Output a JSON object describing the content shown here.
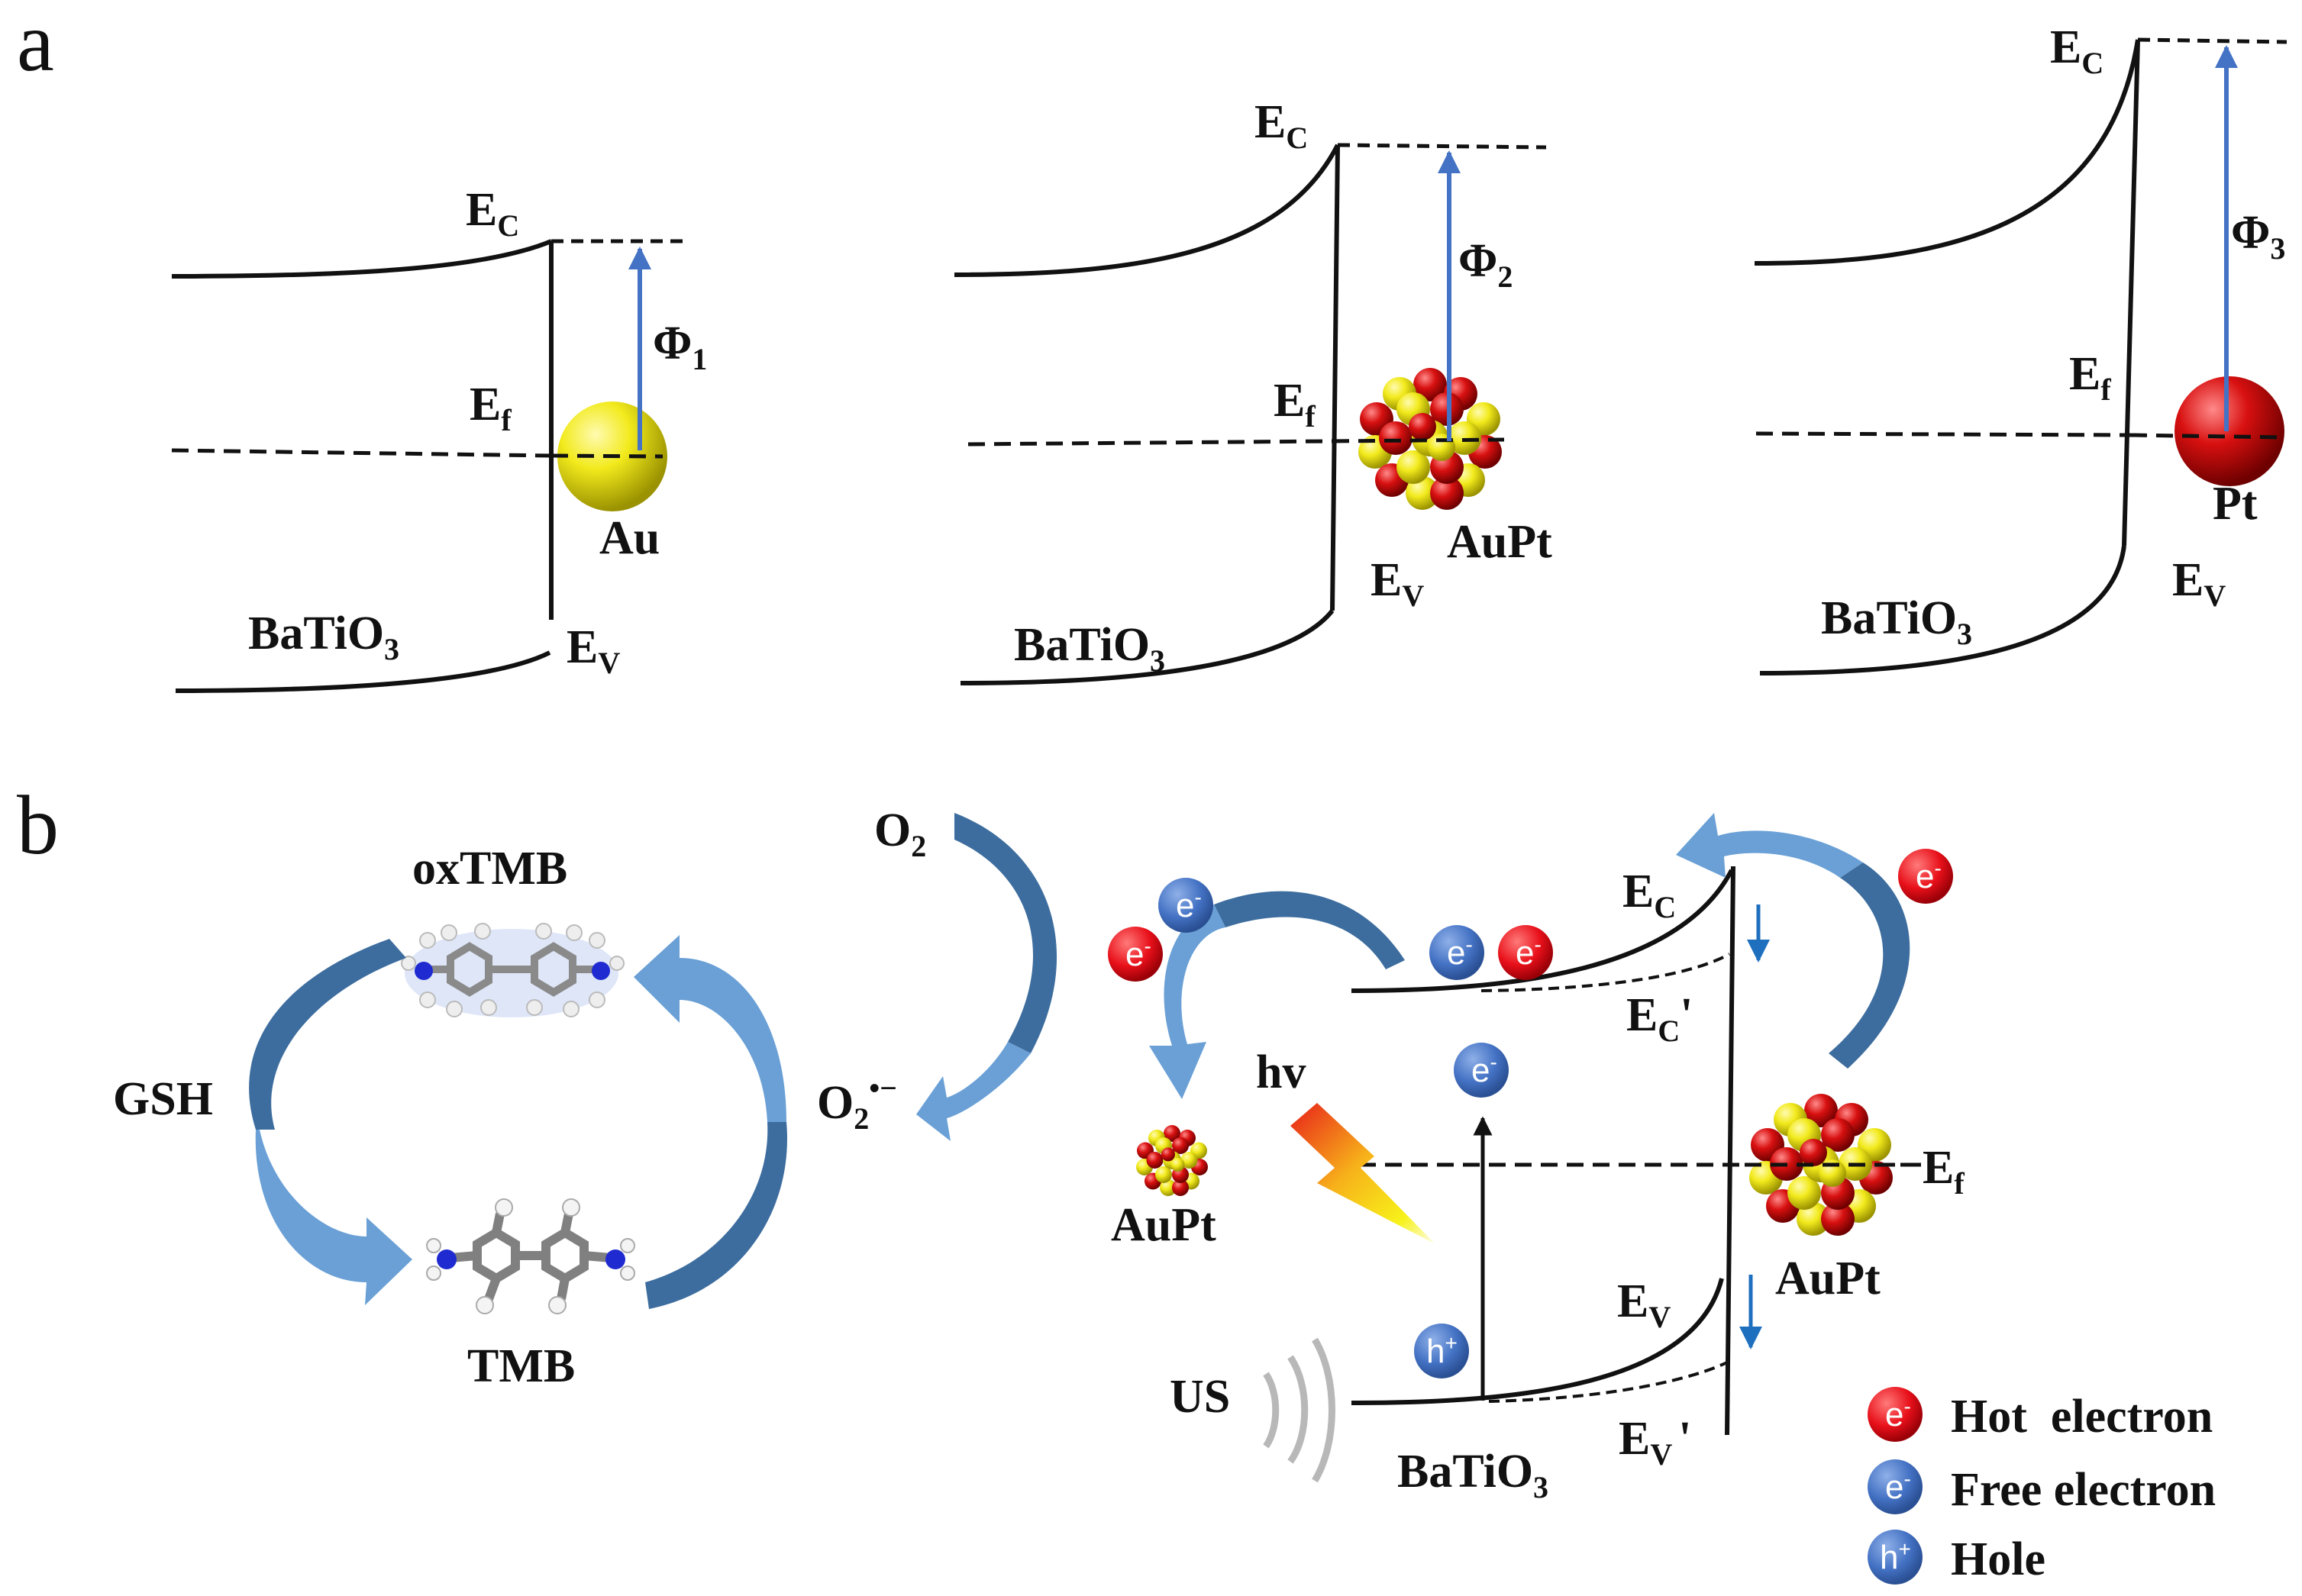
{
  "panel_a": {
    "label": "a",
    "diagrams": [
      {
        "ec": "E",
        "ec_sub": "C",
        "ef": "E",
        "ef_sub": "f",
        "ev": "E",
        "ev_sub": "V",
        "phi": "Φ",
        "phi_sub": "1",
        "substrate": "BaTiO",
        "substrate_sub": "3",
        "metal": "Au"
      },
      {
        "ec": "E",
        "ec_sub": "C",
        "ef": "E",
        "ef_sub": "f",
        "ev": "E",
        "ev_sub": "V",
        "phi": "Φ",
        "phi_sub": "2",
        "substrate": "BaTiO",
        "substrate_sub": "3",
        "metal": "AuPt"
      },
      {
        "ec": "E",
        "ec_sub": "C",
        "ef": "E",
        "ef_sub": "f",
        "ev": "E",
        "ev_sub": "V",
        "phi": "Φ",
        "phi_sub": "3",
        "substrate": "BaTiO",
        "substrate_sub": "3",
        "metal": "Pt"
      }
    ]
  },
  "panel_b": {
    "label": "b",
    "cycle": {
      "top": "oxTMB",
      "bottom": "TMB",
      "left": "GSH"
    },
    "oxygen": {
      "reactant": "O",
      "reactant_sub": "2",
      "product": "O",
      "product_sub": "2",
      "product_sup": "•−"
    },
    "band": {
      "ec": "E",
      "ec_sub": "C",
      "ec_prime": "E",
      "ec_prime_sub": "C",
      "ec_prime_mark": "'",
      "ev": "E",
      "ev_sub": "V",
      "ev_prime": "E",
      "ev_prime_sub": "V",
      "ev_prime_mark": "'",
      "ef": "E",
      "ef_sub": "f",
      "substrate": "BaTiO",
      "substrate_sub": "3",
      "hv": "hv",
      "us": "US",
      "small_metal": "AuPt",
      "metal": "AuPt"
    },
    "carriers": {
      "electron": "e",
      "electron_sup": "-",
      "hole": "h",
      "hole_sup": "+"
    },
    "legend": [
      {
        "symbol": "e",
        "symbol_sup": "-",
        "label": "Hot  electron",
        "color": "#e8101a"
      },
      {
        "symbol": "e",
        "symbol_sup": "-",
        "label": "Free electron",
        "color": "#4472c4"
      },
      {
        "symbol": "h",
        "symbol_sup": "+",
        "label": "Hole",
        "color": "#4472c4"
      }
    ]
  },
  "colors": {
    "hot_electron": "#e8101a",
    "free_electron": "#4472c4",
    "arrow": "#4f81bd",
    "gold": "#f2ea1c",
    "platinum": "#d81010"
  }
}
